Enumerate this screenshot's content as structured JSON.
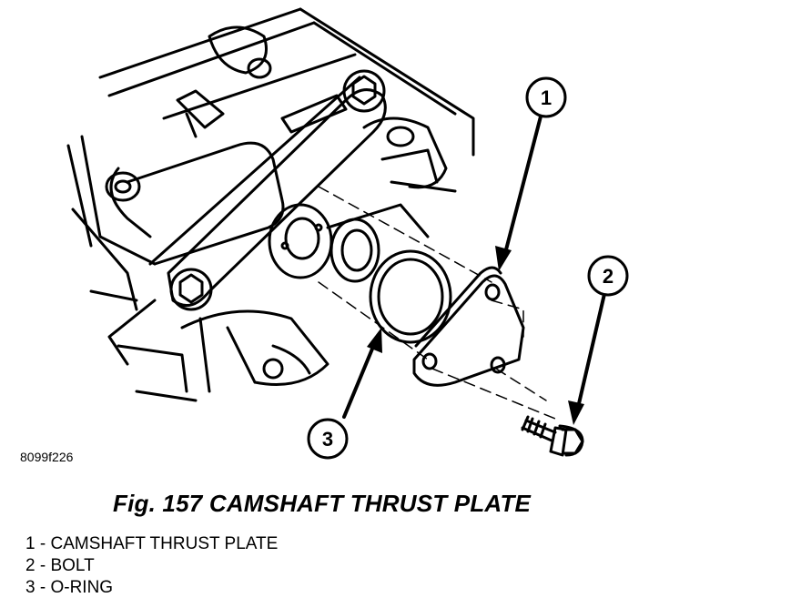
{
  "figure": {
    "code": "8099f226",
    "caption": "Fig. 157 CAMSHAFT THRUST PLATE"
  },
  "callouts": [
    {
      "number": "1"
    },
    {
      "number": "2"
    },
    {
      "number": "3"
    }
  ],
  "legend": [
    {
      "number": "1",
      "label": "CAMSHAFT THRUST PLATE"
    },
    {
      "number": "2",
      "label": "BOLT"
    },
    {
      "number": "3",
      "label": "O-RING"
    }
  ]
}
